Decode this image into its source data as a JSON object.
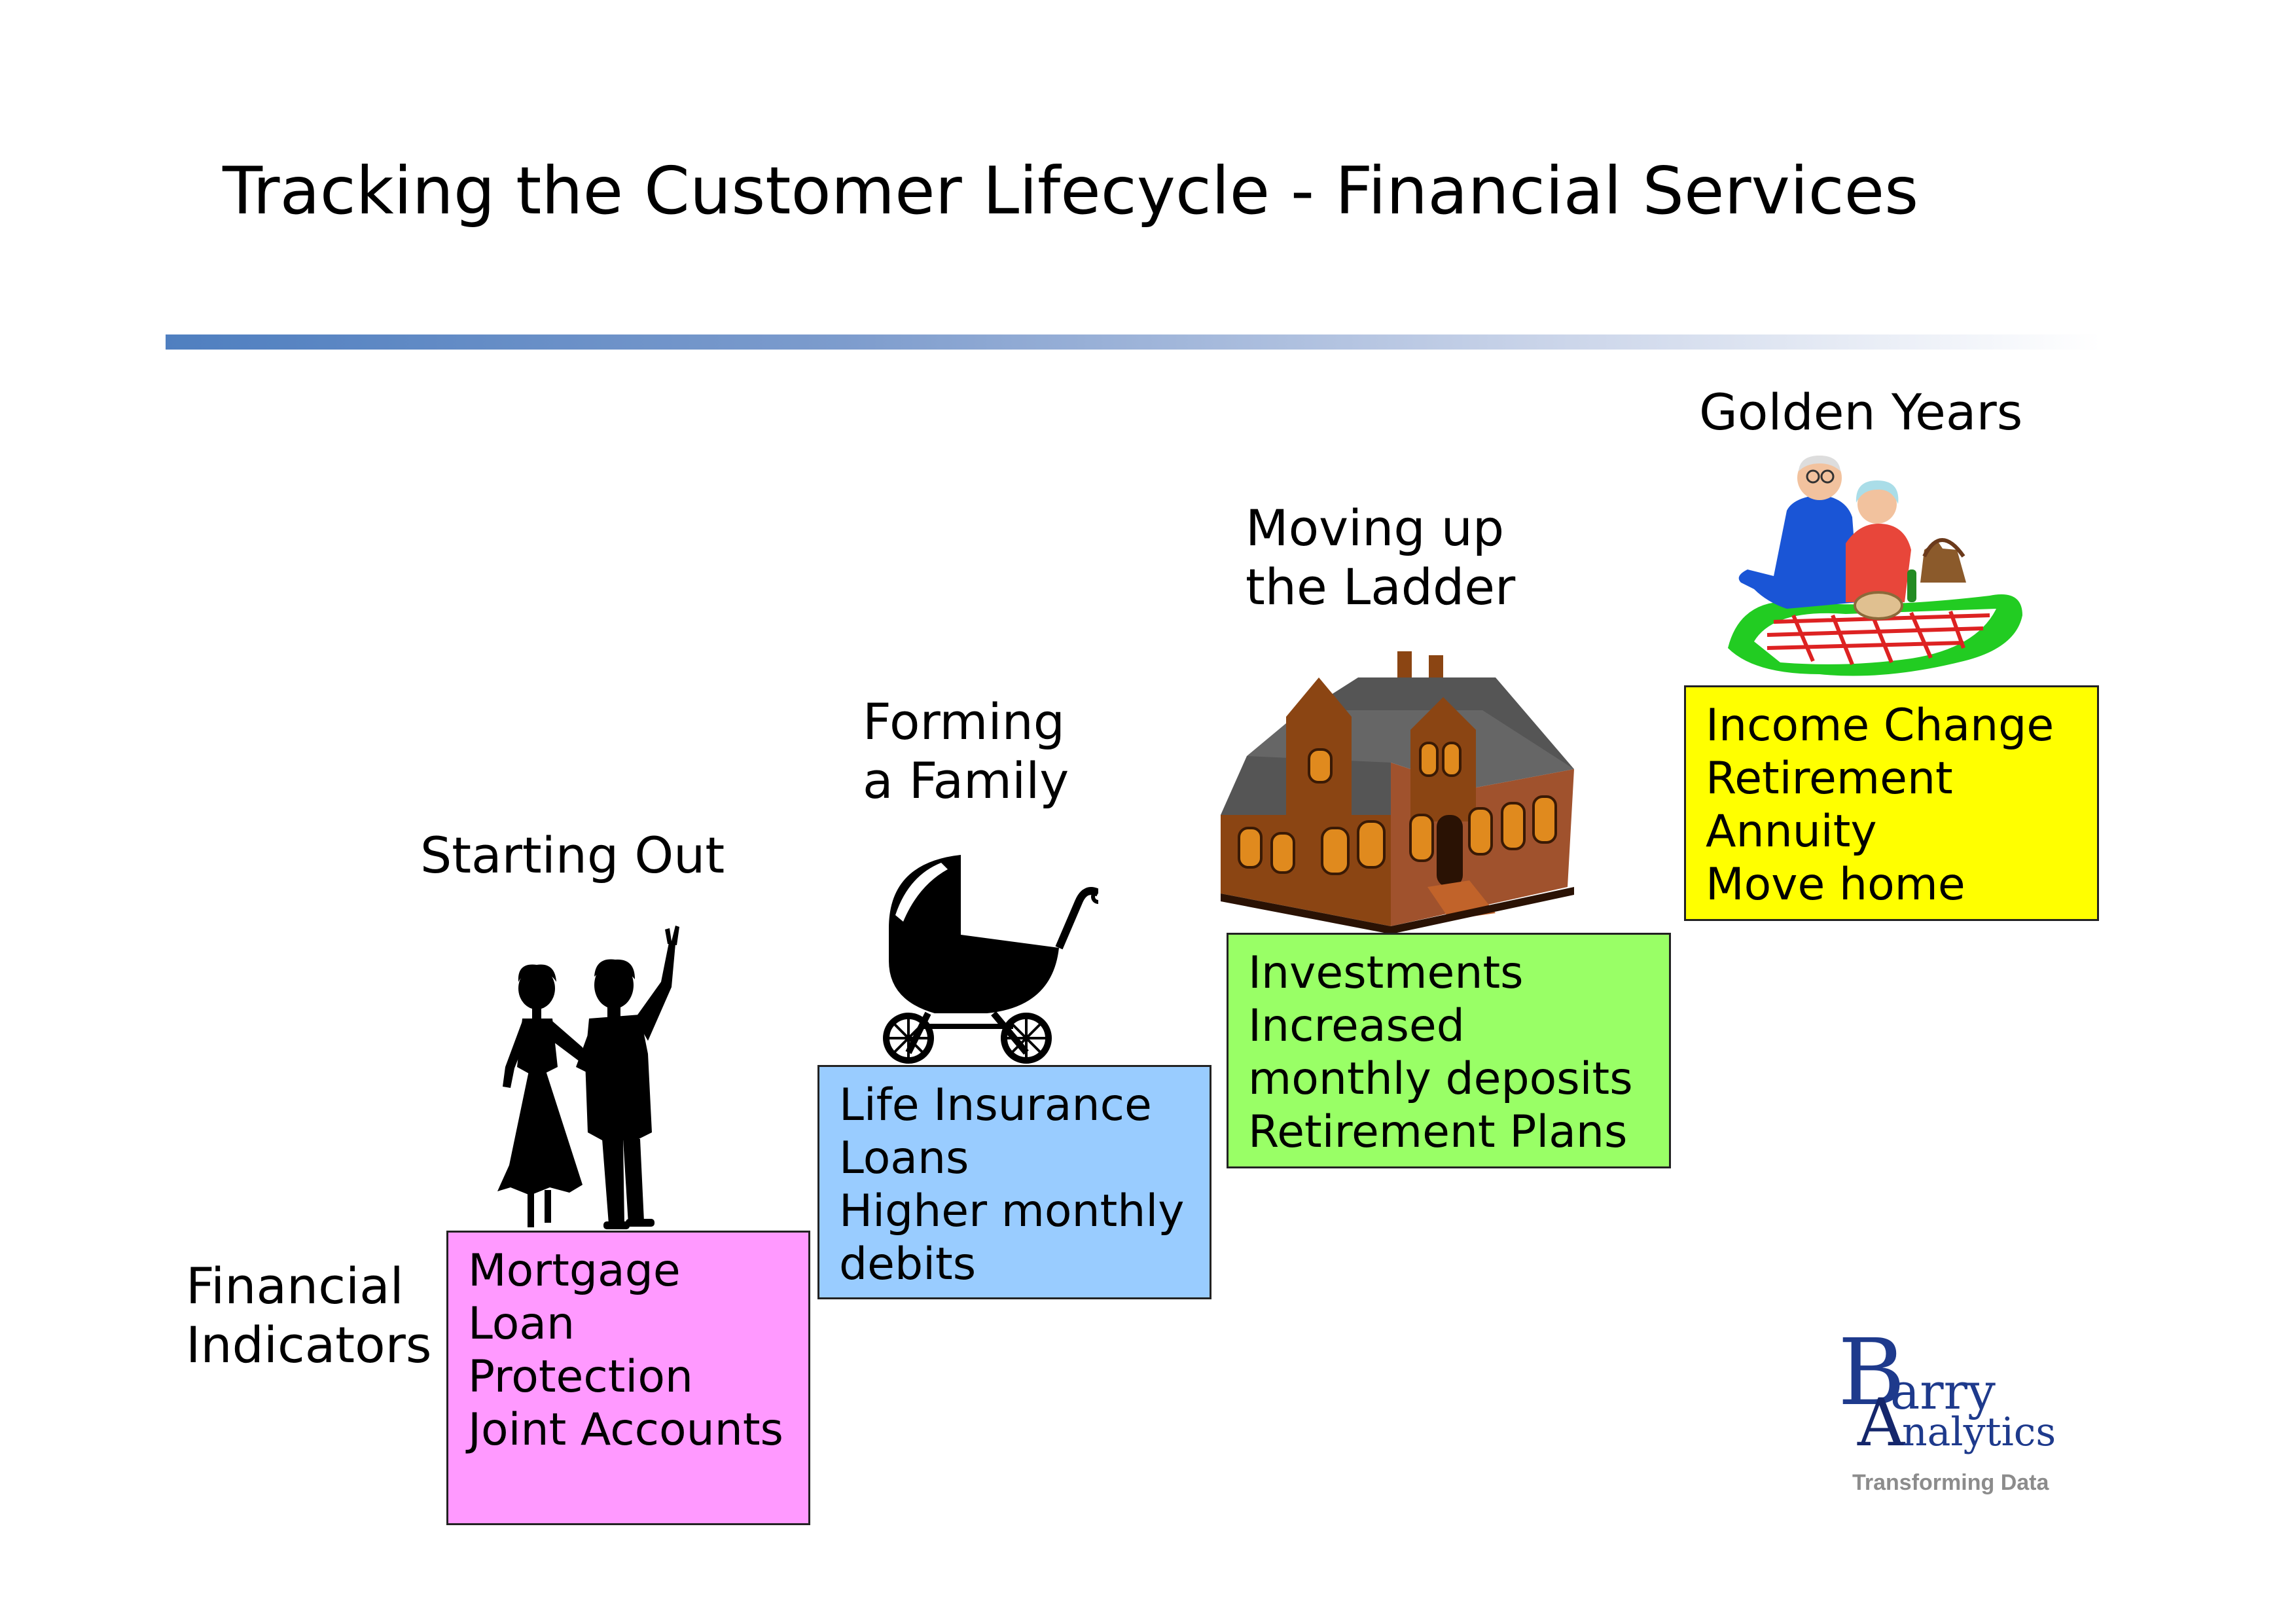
{
  "title": "Tracking the Customer Lifecycle - Financial Services",
  "axis_label": {
    "line1": "Financial",
    "line2": "Indicators"
  },
  "stages": [
    {
      "name": [
        "Starting Out"
      ],
      "illustration": "couple-silhouette-icon",
      "indicators": [
        "Mortgage",
        "Loan",
        "Protection",
        "Joint Accounts"
      ],
      "color": "#ff99ff"
    },
    {
      "name": [
        "Forming",
        "a Family"
      ],
      "illustration": "baby-pram-icon",
      "indicators": [
        "Life Insurance",
        "Loans",
        "Higher monthly",
        "debits"
      ],
      "color": "#99ccff"
    },
    {
      "name": [
        "Moving up",
        "the Ladder"
      ],
      "illustration": "house-icon",
      "indicators": [
        "Investments",
        "Increased",
        "monthly deposits",
        "Retirement Plans"
      ],
      "color": "#99ff66"
    },
    {
      "name": [
        "Golden Years"
      ],
      "illustration": "elderly-couple-picnic-icon",
      "indicators": [
        "Income Change",
        "Retirement",
        "Annuity",
        "Move home"
      ],
      "color": "#ffff00"
    }
  ],
  "logo": {
    "big_b": "B",
    "rest_1": "arry",
    "big_a": "A",
    "rest_2": "nalytics",
    "tagline": "Transforming Data"
  },
  "colors": {
    "rule_start": "#4f7fc0",
    "rule_end": "#ffffff"
  }
}
